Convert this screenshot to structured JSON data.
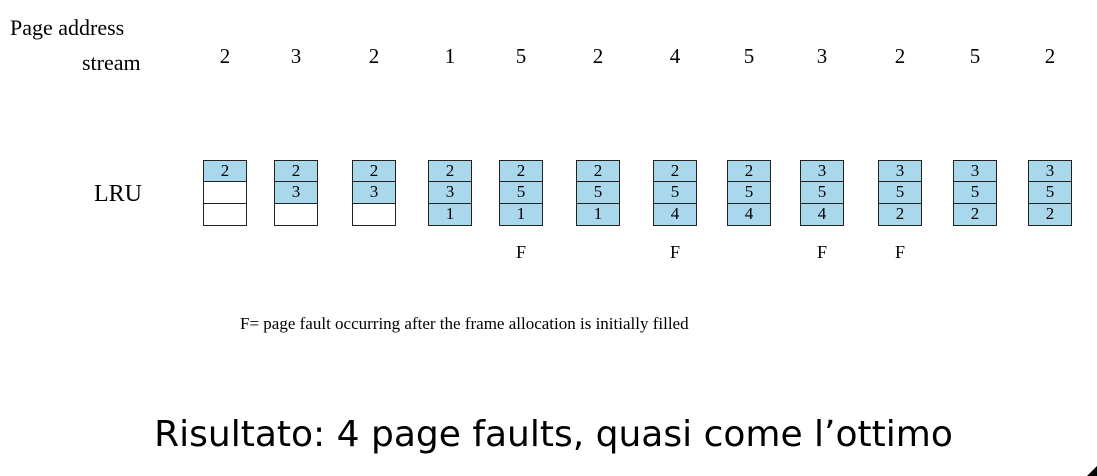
{
  "header": {
    "label_line1": "Page address",
    "label_line2": "stream"
  },
  "stream": [
    2,
    3,
    2,
    1,
    5,
    2,
    4,
    5,
    3,
    2,
    5,
    2
  ],
  "policy_label": "LRU",
  "frames": [
    {
      "cells": [
        "2",
        "",
        ""
      ],
      "fault": ""
    },
    {
      "cells": [
        "2",
        "3",
        ""
      ],
      "fault": ""
    },
    {
      "cells": [
        "2",
        "3",
        ""
      ],
      "fault": ""
    },
    {
      "cells": [
        "2",
        "3",
        "1"
      ],
      "fault": ""
    },
    {
      "cells": [
        "2",
        "5",
        "1"
      ],
      "fault": "F"
    },
    {
      "cells": [
        "2",
        "5",
        "1"
      ],
      "fault": ""
    },
    {
      "cells": [
        "2",
        "5",
        "4"
      ],
      "fault": "F"
    },
    {
      "cells": [
        "2",
        "5",
        "4"
      ],
      "fault": ""
    },
    {
      "cells": [
        "3",
        "5",
        "4"
      ],
      "fault": "F"
    },
    {
      "cells": [
        "3",
        "5",
        "2"
      ],
      "fault": "F"
    },
    {
      "cells": [
        "3",
        "5",
        "2"
      ],
      "fault": ""
    },
    {
      "cells": [
        "3",
        "5",
        "2"
      ],
      "fault": ""
    }
  ],
  "legend": "F= page fault occurring after the frame allocation is initially filled",
  "result": "Risultato: 4 page faults, quasi come l’ottimo",
  "colors": {
    "filled_cell": "#a9d7ec",
    "border": "#222222"
  }
}
